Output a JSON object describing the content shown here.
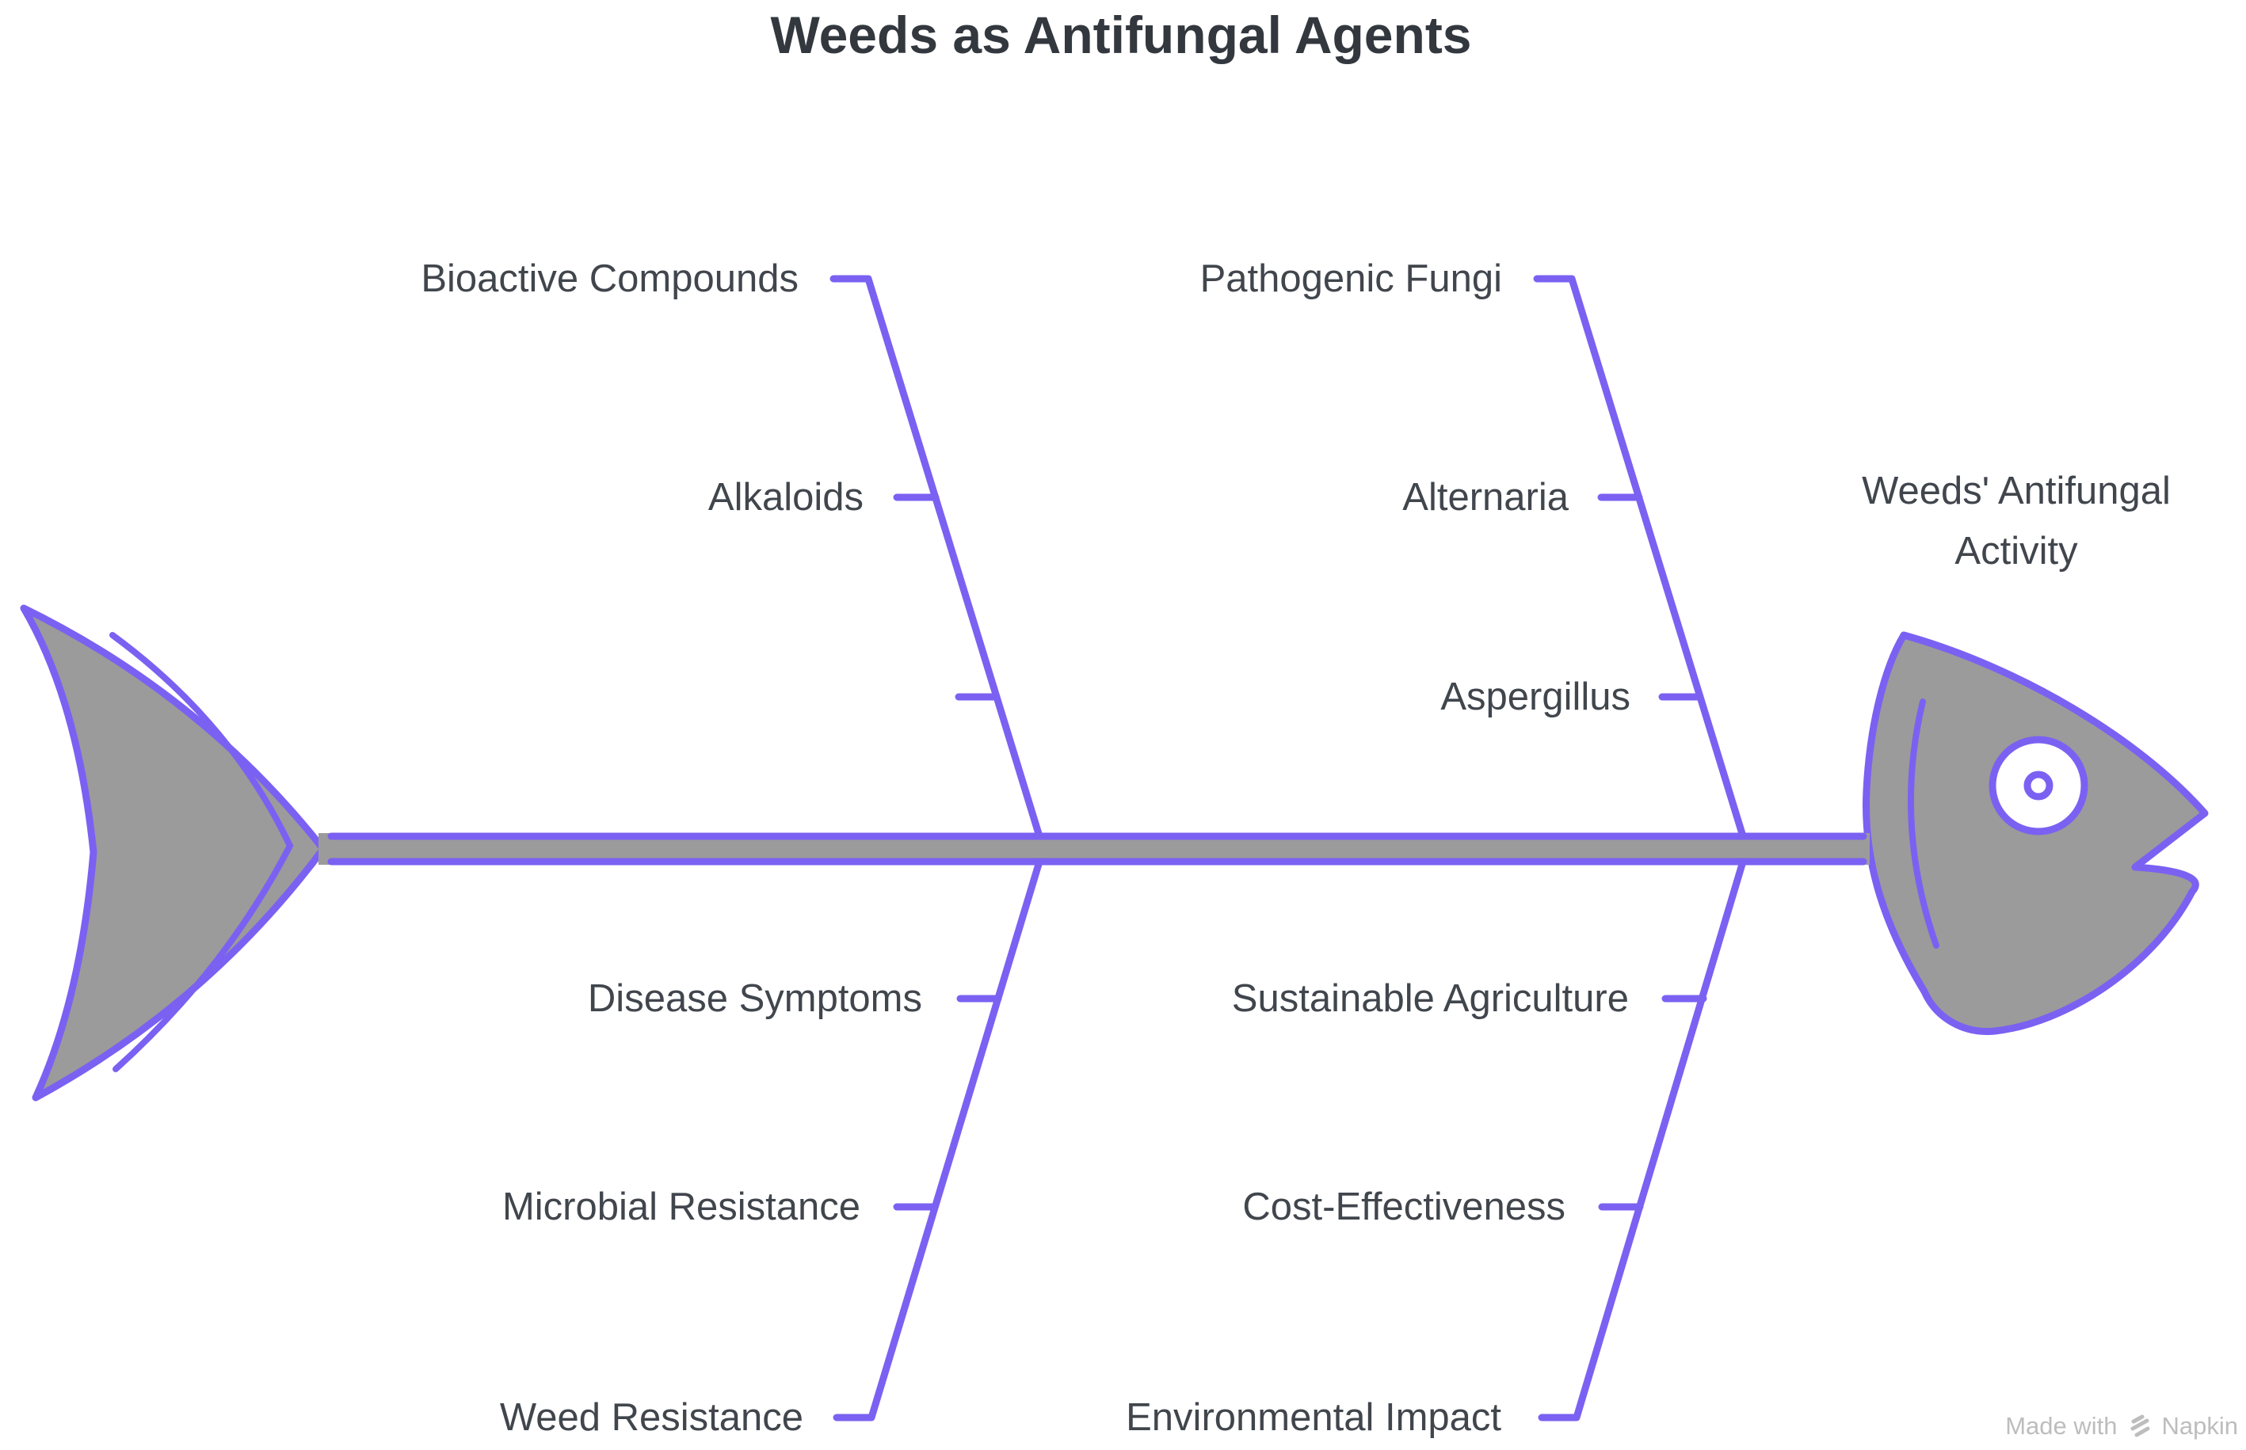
{
  "title": "Weeds as Antifungal Agents",
  "head_label": {
    "line1": "Weeds' Antifungal",
    "line2": "Activity"
  },
  "branches": {
    "top_left": {
      "label": "Bioactive Compounds",
      "sub_items": [
        "Alkaloids",
        ""
      ]
    },
    "top_right": {
      "label": "Pathogenic Fungi",
      "sub_items": [
        "Alternaria",
        "Aspergillus"
      ]
    },
    "bottom_left": {
      "label": "Weed Resistance",
      "sub_items": [
        "Disease Symptoms",
        "Microbial Resistance"
      ]
    },
    "bottom_right": {
      "label": "Environmental Impact",
      "sub_items": [
        "Sustainable Agriculture",
        "Cost-Effectiveness"
      ]
    }
  },
  "watermark": {
    "prefix": "Made with",
    "brand": "Napkin"
  },
  "colors": {
    "accent_purple": "#7B61F2",
    "fill_gray": "#9B9B9B",
    "label_text": "#41464D",
    "title_text": "#33383F",
    "watermark_gray": "#BDBDBD"
  }
}
